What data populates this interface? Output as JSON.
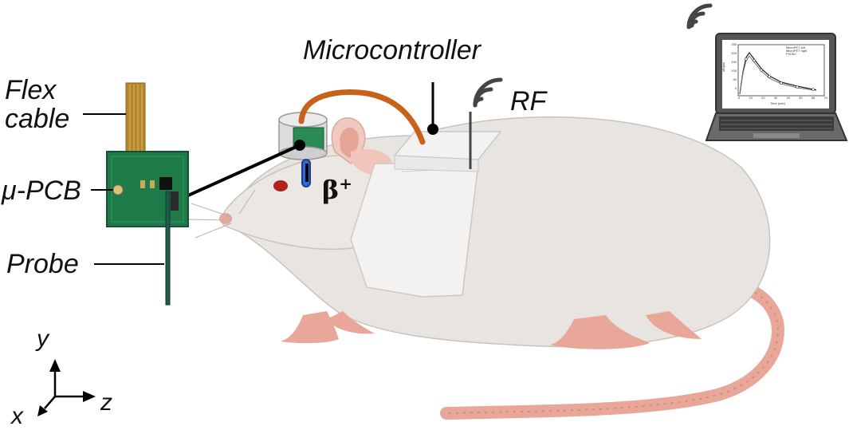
{
  "labels": {
    "flex_cable_line1": "Flex",
    "flex_cable_line2": "cable",
    "pcb": "μ-PCB",
    "probe": "Probe",
    "microcontroller": "Microcontroller",
    "rf": "RF",
    "beta_symbol": "β",
    "beta_charge": "+"
  },
  "axes": {
    "y": "y",
    "z": "z",
    "x": "x"
  },
  "laptop_plot": {
    "y_axis_label": "kBq/ml",
    "x_axis_label": "Time (min)",
    "y_ticks": [
      "250",
      "200",
      "150",
      "100",
      "50",
      "0"
    ],
    "x_ticks": [
      "0",
      "10",
      "20",
      "30",
      "40",
      "50",
      "60",
      "70"
    ],
    "legend": [
      "MicroPET left",
      "MicroPET right",
      "PIXSIC"
    ]
  },
  "colors": {
    "pcb_green": "#1f7a4a",
    "flex_orange": "#b8862b",
    "cable_orange": "#c8621a",
    "rat_body": "#e8e4e0",
    "rat_pink": "#e9a79a",
    "probe_blue": "#2f6bd6"
  },
  "icons": [
    "wifi-icon",
    "rf-signal-icon"
  ]
}
